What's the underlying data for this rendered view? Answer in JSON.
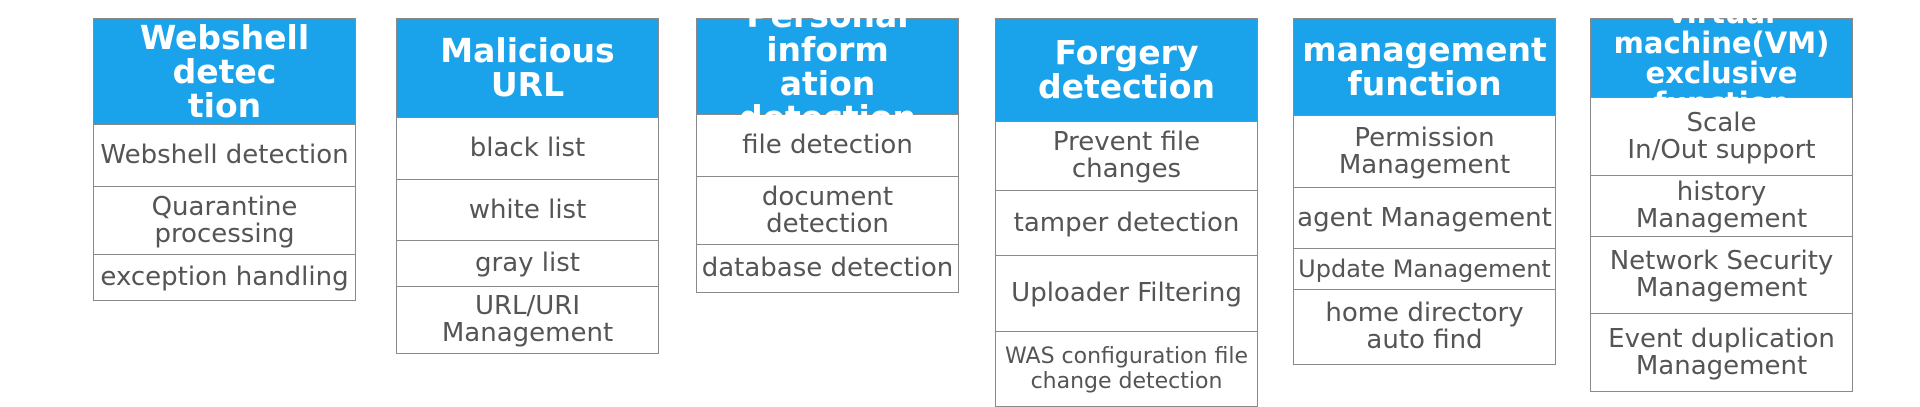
{
  "colors": {
    "header_bg": "#1aa3ea",
    "header_text": "#ffffff",
    "item_text": "#555555",
    "border": "#8a8a8a"
  },
  "columns": [
    {
      "title": "Webshell detec\ntion",
      "items": [
        "Webshell detection",
        "Quarantine\nprocessing",
        "exception handling"
      ]
    },
    {
      "title": "Malicious URL",
      "items": [
        "black list",
        "white list",
        "gray list",
        "URL/URI\nManagement"
      ]
    },
    {
      "title": "Personal inform\nation detection",
      "items": [
        "file detection",
        "document\ndetection",
        "database detection"
      ]
    },
    {
      "title": "Forgery\ndetection",
      "items": [
        "Prevent file\nchanges",
        "tamper detection",
        "Uploader Filtering",
        "WAS configuration file\nchange detection"
      ]
    },
    {
      "title": "management\nfunction",
      "items": [
        "Permission\nManagement",
        "agent Management",
        "Update Management",
        "home directory\nauto find"
      ]
    },
    {
      "title": "virtual machine(VM)\nexclusive function",
      "items": [
        "Scale\nIn/Out support",
        "history Management",
        "Network Security\nManagement",
        "Event duplication\nManagement"
      ]
    }
  ]
}
